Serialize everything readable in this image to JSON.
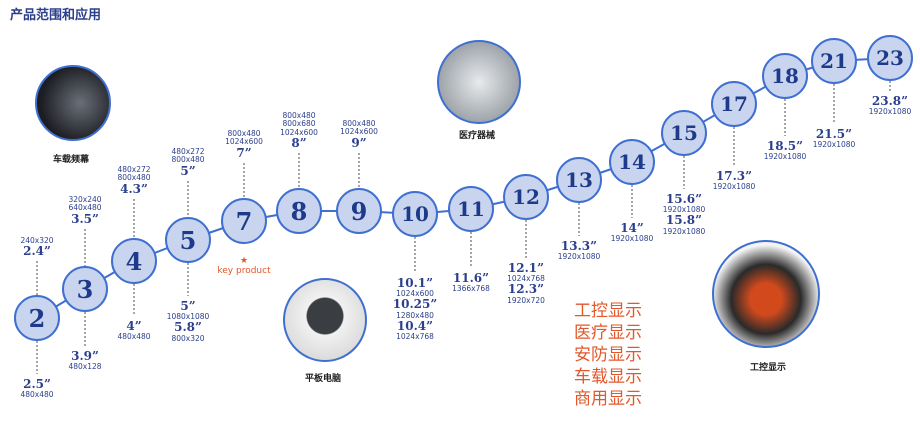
{
  "title": "产品范围和应用",
  "key_label": "key product",
  "sizes": [
    {
      "n": "2",
      "above": {
        "res": [
          "240x320"
        ],
        "size": "2.4”"
      },
      "below": [
        {
          "size": "2.5”",
          "res": "480x480"
        }
      ]
    },
    {
      "n": "3",
      "above": {
        "res": [
          "320x240",
          "640x480"
        ],
        "size": "3.5”"
      },
      "below": [
        {
          "size": "3.9”",
          "res": "480x128"
        }
      ]
    },
    {
      "n": "4",
      "above": {
        "res": [
          "480x272",
          "800x480"
        ],
        "size": "4.3”"
      },
      "below": [
        {
          "size": "4”",
          "res": "480x480"
        }
      ]
    },
    {
      "n": "5",
      "above": {
        "res": [
          "480x272",
          "800x480"
        ],
        "size": "5”"
      },
      "below": [
        {
          "size": "5”",
          "res": "1080x1080"
        },
        {
          "size": "5.8”",
          "res": "800x320"
        }
      ]
    },
    {
      "n": "7",
      "above": {
        "res": [
          "800x480",
          "1024x600"
        ],
        "size": "7”"
      },
      "below": [],
      "key": true
    },
    {
      "n": "8",
      "above": {
        "res": [
          "800x480",
          "800x680",
          "1024x600"
        ],
        "size": "8”"
      },
      "below": []
    },
    {
      "n": "9",
      "above": {
        "res": [
          "800x480",
          "1024x600"
        ],
        "size": "9”"
      },
      "below": []
    },
    {
      "n": "10",
      "below": [
        {
          "size": "10.1”",
          "res": "1024x600"
        },
        {
          "size": "10.25”",
          "res": "1280x480"
        },
        {
          "size": "10.4”",
          "res": "1024x768"
        }
      ]
    },
    {
      "n": "11",
      "below": [
        {
          "size": "11.6”",
          "res": "1366x768"
        }
      ]
    },
    {
      "n": "12",
      "below": [
        {
          "size": "12.1”",
          "res": "1024x768"
        },
        {
          "size": "12.3”",
          "res": "1920x720"
        }
      ]
    },
    {
      "n": "13",
      "below": [
        {
          "size": "13.3”",
          "res": "1920x1080"
        }
      ]
    },
    {
      "n": "14",
      "below": [
        {
          "size": "14”",
          "res": "1920x1080"
        }
      ]
    },
    {
      "n": "15",
      "below": [
        {
          "size": "15.6”",
          "res": "1920x1080"
        },
        {
          "size": "15.8”",
          "res": "1920x1080"
        }
      ]
    },
    {
      "n": "17",
      "below": [
        {
          "size": "17.3”",
          "res": "1920x1080"
        }
      ]
    },
    {
      "n": "18",
      "below": [
        {
          "size": "18.5”",
          "res": "1920x1080"
        }
      ]
    },
    {
      "n": "21",
      "below": [
        {
          "size": "21.5”",
          "res": "1920x1080"
        }
      ]
    },
    {
      "n": "23",
      "below": [
        {
          "size": "23.8”",
          "res": "1920x1080"
        }
      ]
    }
  ],
  "images": {
    "car": "车载频幕",
    "medical": "医疗器械",
    "tablet": "平板电脑",
    "industrial": "工控显示"
  },
  "applications": [
    "工控显示",
    "医疗显示",
    "安防显示",
    "车载显示",
    "商用显示"
  ],
  "colors": {
    "accent": "#3f6fd0",
    "text": "#2b3f8c",
    "highlight": "#e2572b"
  }
}
